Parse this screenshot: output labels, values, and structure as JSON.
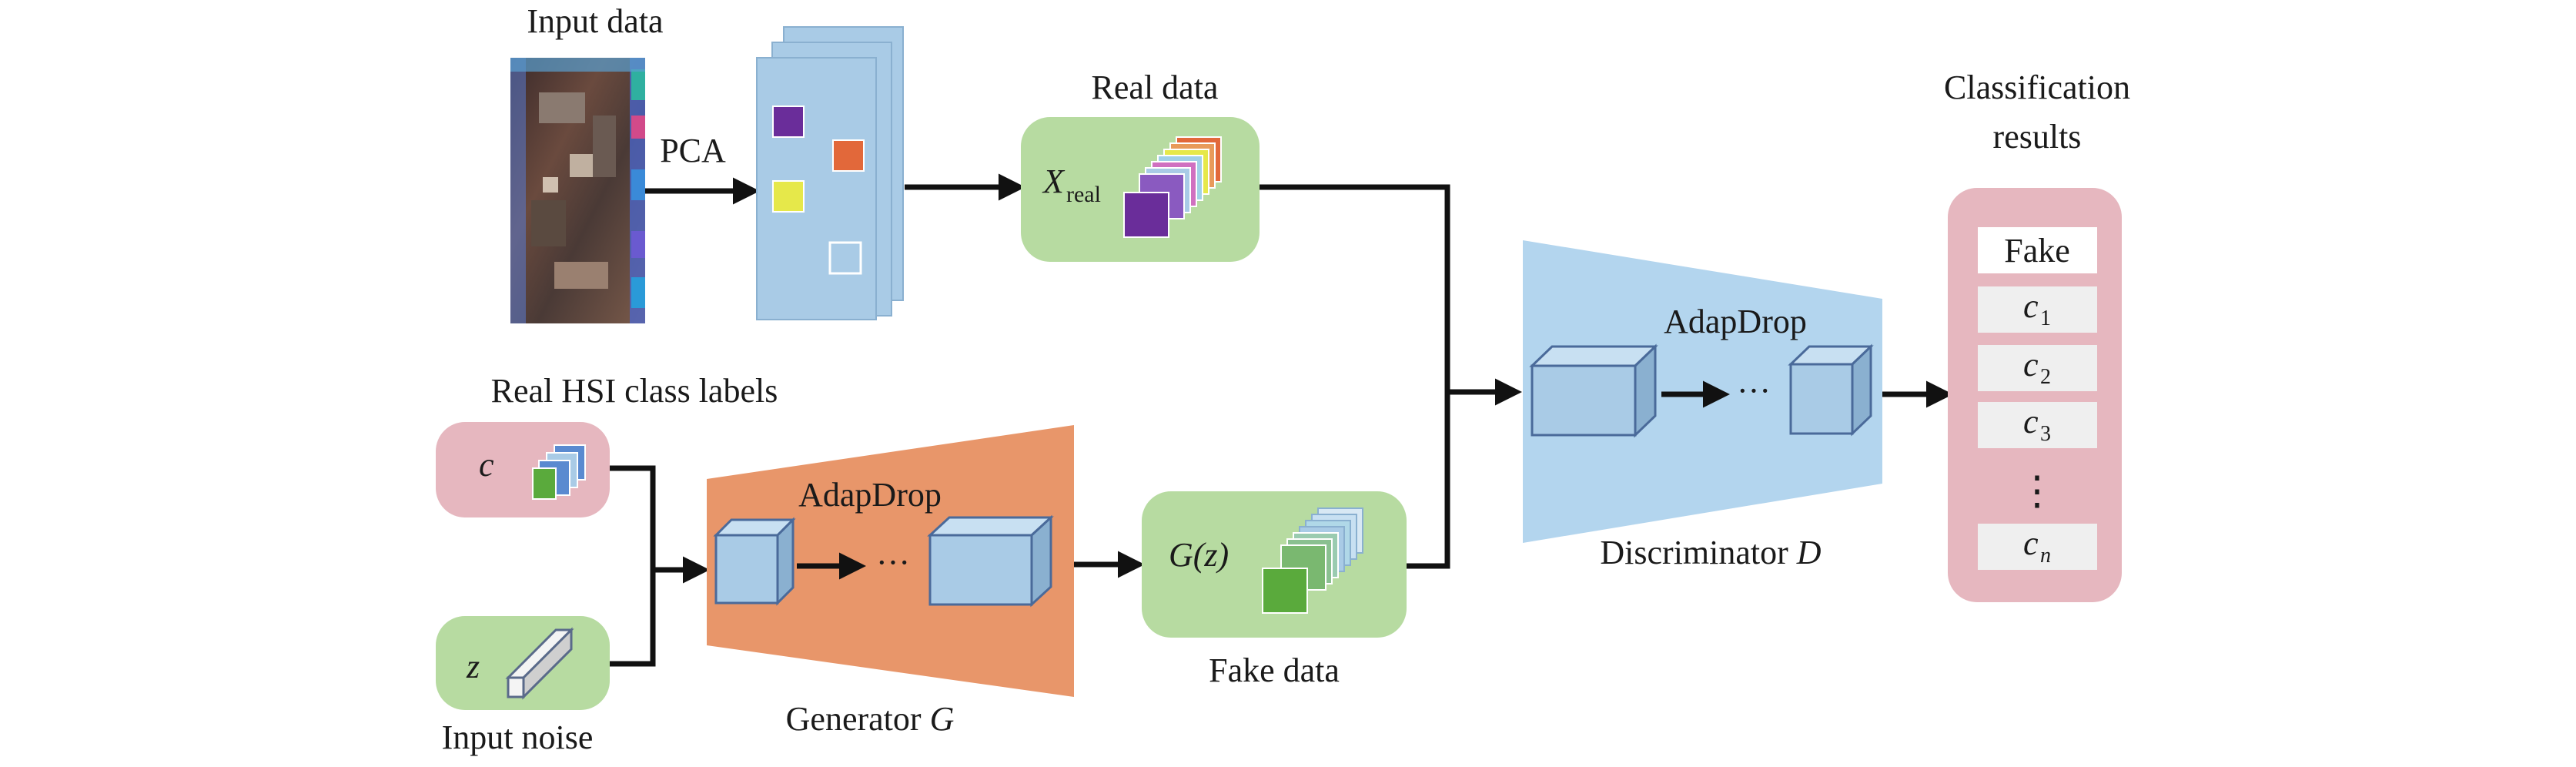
{
  "input_data_label": "Input data",
  "pca_label": "PCA",
  "real_data": {
    "title": "Real data",
    "symbol": "X",
    "symbol_sub": "real"
  },
  "real_labels": {
    "title": "Real HSI class labels",
    "symbol": "c"
  },
  "noise": {
    "title": "Input noise",
    "symbol": "z"
  },
  "generator": {
    "inner_label": "AdapDrop",
    "ellipsis": "···",
    "caption": "Generator ",
    "caption_symbol": "G"
  },
  "fake_data": {
    "symbol": "G(z)",
    "title": "Fake data"
  },
  "discriminator": {
    "inner_label": "AdapDrop",
    "ellipsis": "···",
    "caption": "Discriminator ",
    "caption_symbol": "D"
  },
  "results": {
    "title_line1": "Classification",
    "title_line2": "results",
    "fake_label": "Fake",
    "classes": [
      {
        "base": "c",
        "sub": "1"
      },
      {
        "base": "c",
        "sub": "2"
      },
      {
        "base": "c",
        "sub": "3"
      },
      {
        "base": "c",
        "sub": "n"
      }
    ],
    "vdots": "⋮"
  },
  "colors": {
    "green_box": "#b7dba1",
    "pink_box": "#e6b7bf",
    "light_blue": "#a9cbe6",
    "generator_orange": "#e8966a",
    "discriminator_blue": "#b3d5ee",
    "purple": "#6a2d9a",
    "orange": "#e2683a",
    "yellow": "#e6e84a",
    "green": "#5aaa3c"
  }
}
